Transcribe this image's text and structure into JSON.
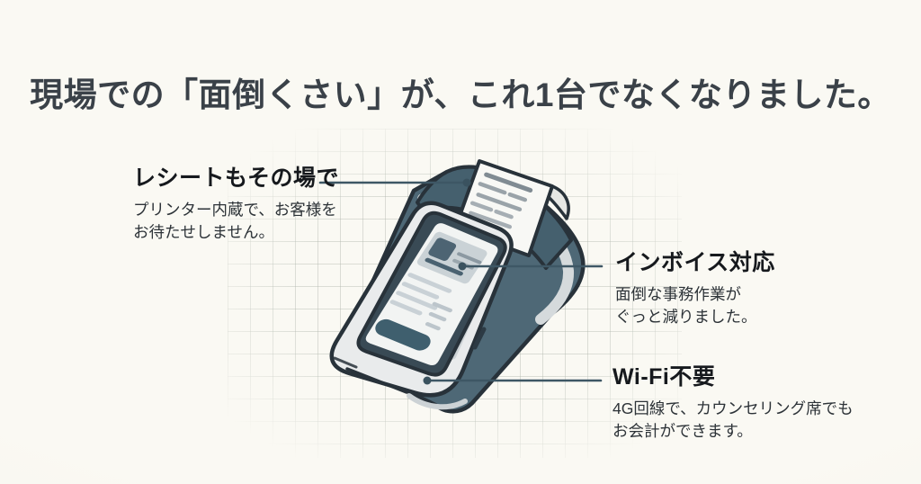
{
  "page": {
    "background": "#f9f7f1"
  },
  "title": {
    "text": "現場での「面倒くさい」が、これ1台でなくなりました。",
    "color": "#3a4148"
  },
  "callouts": {
    "receipt_printer": {
      "heading": "レシートもその場で",
      "body": "プリンター内蔵で、お客様を\nお待たせしません。"
    },
    "invoice": {
      "heading": "インボイス対応",
      "body": "面倒な事務作業が\nぐっと減りました。"
    },
    "wifi": {
      "heading": "Wi-Fi不要",
      "body": "4G回線で、カウンセリング席でも\nお会計ができます。"
    }
  },
  "illustration": {
    "type": "pos-terminal-with-receipt-printing",
    "outline_color": "#28323a",
    "device_body_color": "#e9ebec",
    "device_side_color": "#4e6876",
    "printer_color": "#45606e",
    "bezel_color": "#394a55",
    "screen_color": "#f2f4f3",
    "screen_card_color": "#cad2d6",
    "accent_teal": "#3f5f6e",
    "receipt_color": "#f8f8f5",
    "receipt_line_color": "#9aa3a9",
    "leader_line_color": "#3e5765",
    "grid_line_color": "#a8afa6"
  }
}
